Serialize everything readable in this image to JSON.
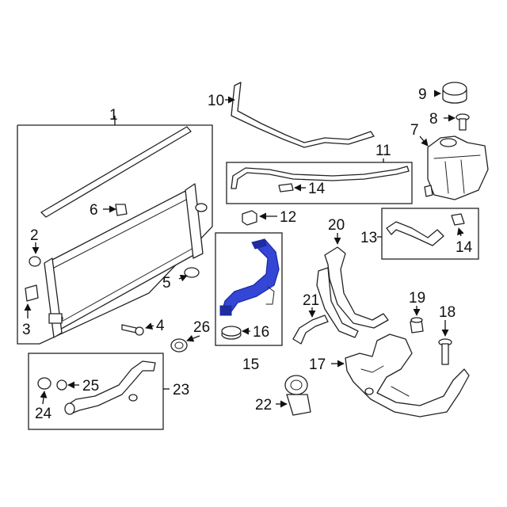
{
  "callouts": {
    "c1": "1",
    "c2": "2",
    "c3": "3",
    "c4": "4",
    "c5": "5",
    "c6": "6",
    "c7": "7",
    "c8": "8",
    "c9": "9",
    "c10": "10",
    "c11": "11",
    "c12": "12",
    "c13": "13",
    "c14a": "14",
    "c14b": "14",
    "c15": "15",
    "c16": "16",
    "c17": "17",
    "c18": "18",
    "c19": "19",
    "c20": "20",
    "c21": "21",
    "c22": "22",
    "c23": "23",
    "c24": "24",
    "c25": "25",
    "c26": "26"
  },
  "highlight": {
    "part": "15",
    "color": "#3446d6"
  }
}
